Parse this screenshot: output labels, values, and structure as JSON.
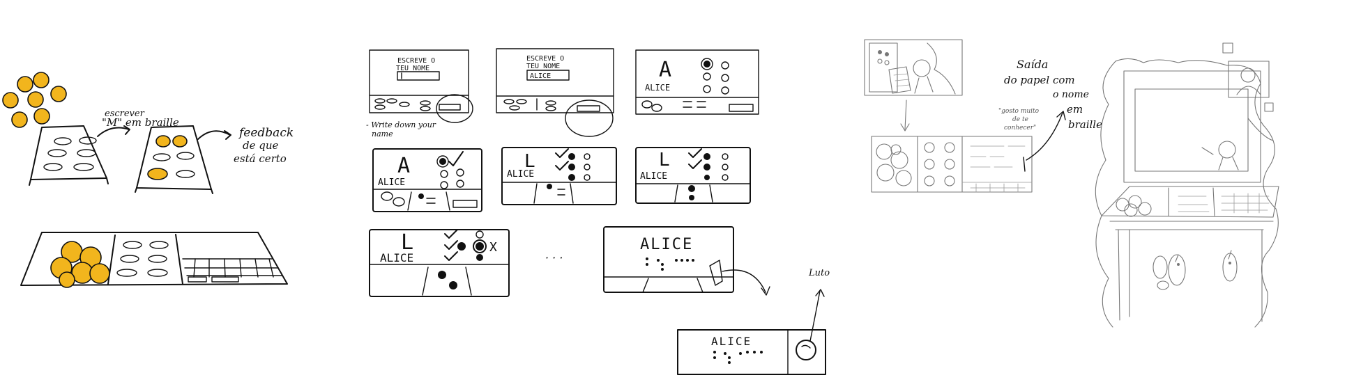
{
  "sketch": {
    "colors": {
      "ink": "#111111",
      "pencil": "#777777",
      "accent": "#f2b51d"
    },
    "left_annotations": {
      "write_prompt_line1": "escrever",
      "write_prompt_line2": "\"M\" em braille",
      "feedback_line1": "feedback",
      "feedback_line2": "de que",
      "feedback_line3": "está certo"
    },
    "storyboard": {
      "prompt_line1": "ESCREVE O",
      "prompt_line2": "TEU NOME",
      "typed_name": "ALICE",
      "letter_a": "A",
      "letter_l": "L",
      "write_down_caption_line1": "- Write down your",
      "write_down_caption_line2": "name",
      "ellipsis": "· · ·",
      "final_name": "ALICE",
      "final_strip_name": "ALICE",
      "wrong_mark": "X",
      "arrow_label": "Luto"
    },
    "kiosk_notes": {
      "exit_line1": "Saída",
      "exit_line2": "do papel com",
      "exit_line3": "o nome",
      "exit_line4": "em",
      "exit_line5": "braille",
      "quote_line1": "\"gosto muito",
      "quote_line2": "de te",
      "quote_line3": "conhecer\""
    }
  }
}
